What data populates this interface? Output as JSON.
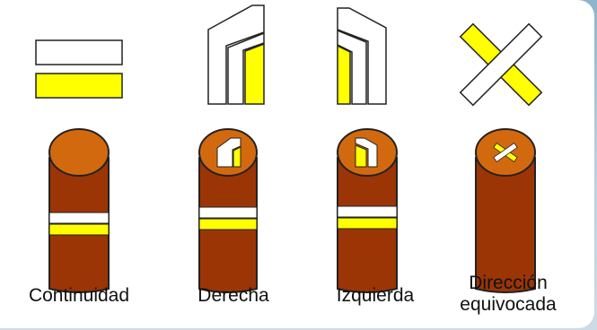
{
  "colors": {
    "marker_white": "#ffffff",
    "marker_yellow": "#ffff00",
    "outline": "#222222",
    "post_body": "#9b3506",
    "post_top": "#d3690f"
  },
  "symbols": [
    {
      "label": "Continuidad",
      "label_line1": "Continuidad",
      "label_line2": "",
      "icon": "parallel-bars-icon"
    },
    {
      "label": "Derecha",
      "label_line1": "Derecha",
      "label_line2": "",
      "icon": "right-turn-icon"
    },
    {
      "label": "Izquierda",
      "label_line1": "Izquierda",
      "label_line2": "",
      "icon": "left-turn-icon"
    },
    {
      "label": "Dirección equivocada",
      "label_line1": "Dirección",
      "label_line2": "equivocada",
      "icon": "wrong-way-cross-icon"
    }
  ]
}
